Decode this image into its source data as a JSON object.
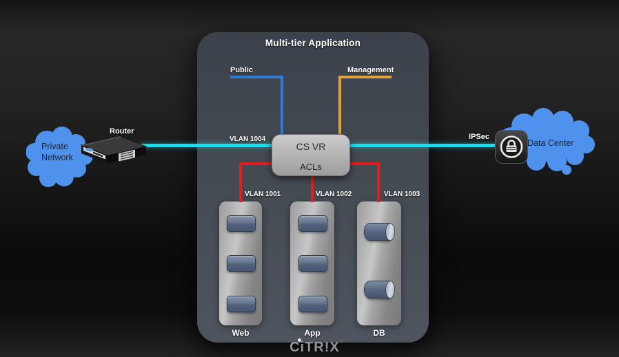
{
  "diagram": {
    "title": "Multi-tier Application",
    "csvr": {
      "label": "CS VR",
      "sublabel": "ACLs"
    },
    "connections": {
      "public": "Public",
      "management": "Management",
      "vlan_trunk": "VLAN 1004",
      "ipsec": "IPSec"
    },
    "left_side": {
      "cloud_label": "Private Network",
      "router_label": "Router"
    },
    "right_side": {
      "cloud_label": "Data Center"
    },
    "tiers": [
      {
        "label": "Web",
        "vlan": "VLAN 1001",
        "node_type": "server",
        "node_count": 3
      },
      {
        "label": "App",
        "vlan": "VLAN 1002",
        "node_type": "server",
        "node_count": 3
      },
      {
        "label": "DB",
        "vlan": "VLAN 1003",
        "node_type": "database",
        "node_count": 2
      }
    ],
    "colors": {
      "cloud_blue": "#4e92ee",
      "link_cyan": "#12dff2",
      "link_blue": "#2f7cd8",
      "link_orange": "#dfa23e",
      "link_red": "#e61b1b",
      "panel_gray": "#454b54"
    }
  },
  "brand": {
    "logo": "CiTR!X",
    "mark": "®"
  }
}
